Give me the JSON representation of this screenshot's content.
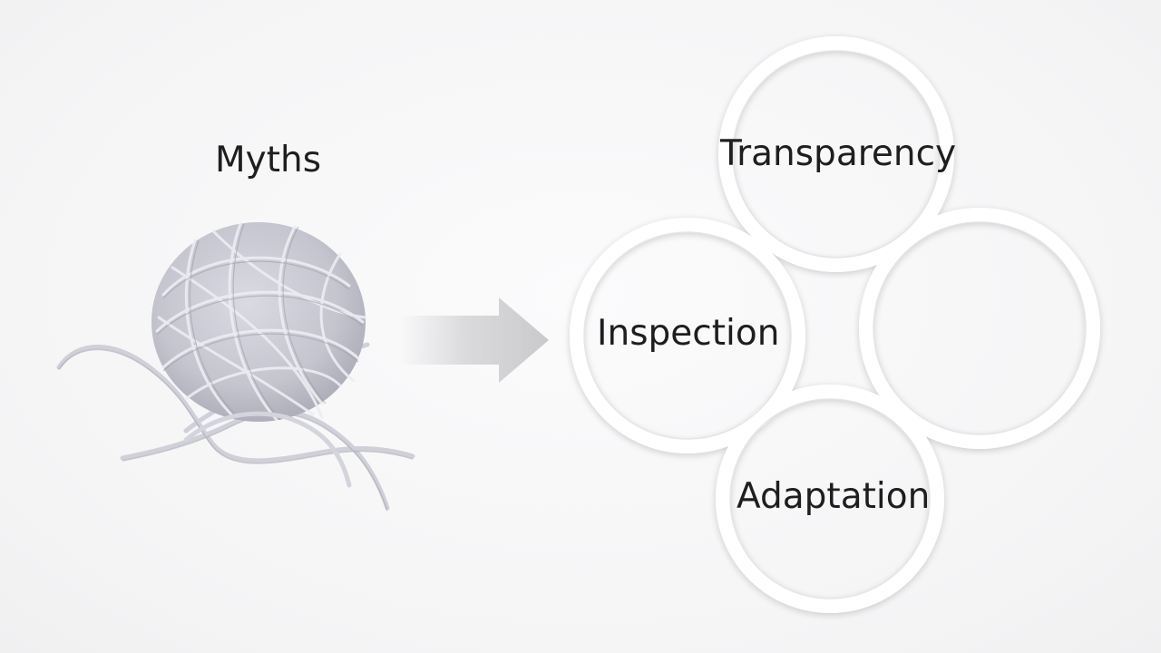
{
  "diagram": {
    "source_label": "Myths",
    "source_icon": "yarn-ball-icon",
    "connector_icon": "right-arrow-icon",
    "pillars": [
      {
        "id": "transparency",
        "label": "Transparency"
      },
      {
        "id": "inspection",
        "label": "Inspection"
      },
      {
        "id": "blank",
        "label": ""
      },
      {
        "id": "adaptation",
        "label": "Adaptation"
      }
    ]
  },
  "colors": {
    "background": "#f6f6f7",
    "text": "#1e1e1e",
    "yarn": "#c9cad3",
    "yarn_shadow": "#a9aab5",
    "arrow": "#cfcfd2",
    "ring": "#ffffff"
  }
}
